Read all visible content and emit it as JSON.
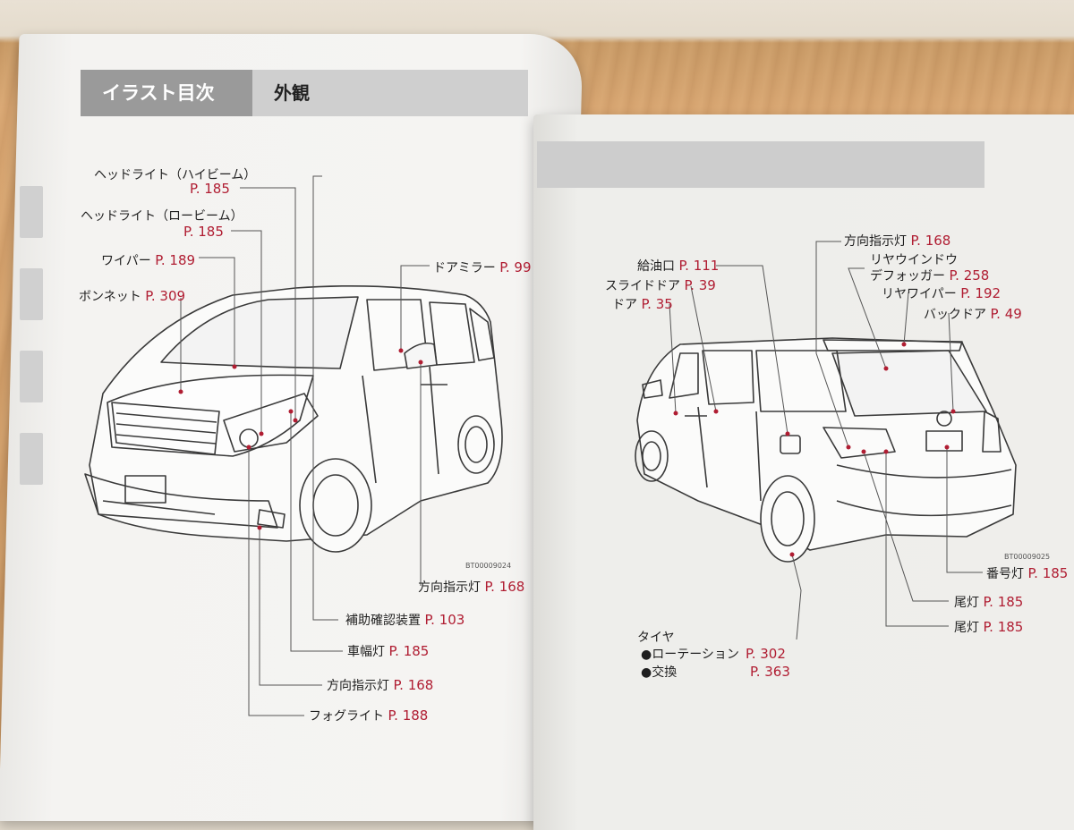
{
  "header": {
    "section": "イラスト目次",
    "title": "外観"
  },
  "left_page": {
    "labels": [
      {
        "id": "headlight-high",
        "name": "ヘッドライト（ハイビーム）",
        "page": "P. 185"
      },
      {
        "id": "headlight-low",
        "name": "ヘッドライト（ロービーム）",
        "page": "P. 185"
      },
      {
        "id": "wiper",
        "name": "ワイパー",
        "page": "P. 189"
      },
      {
        "id": "bonnet",
        "name": "ボンネット",
        "page": "P. 309"
      },
      {
        "id": "door-mirror",
        "name": "ドアミラー",
        "page": "P. 99"
      },
      {
        "id": "turn-signal-side",
        "name": "方向指示灯",
        "page": "P. 168"
      },
      {
        "id": "aux-mirror",
        "name": "補助確認装置",
        "page": "P. 103"
      },
      {
        "id": "clearance-lamp",
        "name": "車幅灯",
        "page": "P. 185"
      },
      {
        "id": "turn-signal-front",
        "name": "方向指示灯",
        "page": "P. 168"
      },
      {
        "id": "fog-light",
        "name": "フォグライト",
        "page": "P. 188"
      }
    ],
    "figure_code": "BT00009024"
  },
  "right_page": {
    "labels": [
      {
        "id": "fuel-port",
        "name": "給油口",
        "page": "P. 111"
      },
      {
        "id": "slide-door",
        "name": "スライドドア",
        "page": "P. 39"
      },
      {
        "id": "door",
        "name": "ドア",
        "page": "P. 35"
      },
      {
        "id": "turn-signal-rear",
        "name": "方向指示灯",
        "page": "P. 168"
      },
      {
        "id": "rear-window",
        "name": "リヤウインドウ",
        "name2": "デフォッガー",
        "page": "P. 258"
      },
      {
        "id": "rear-wiper",
        "name": "リヤワイパー",
        "page": "P. 192"
      },
      {
        "id": "back-door",
        "name": "バックドア",
        "page": "P. 49"
      },
      {
        "id": "license-lamp",
        "name": "番号灯",
        "page": "P. 185"
      },
      {
        "id": "tail-lamp-1",
        "name": "尾灯",
        "page": "P. 185"
      },
      {
        "id": "tail-lamp-2",
        "name": "尾灯",
        "page": "P. 185"
      }
    ],
    "tire": {
      "name": "タイヤ",
      "rotation": "●ローテーション",
      "rotation_page": "P. 302",
      "replace": "●交換",
      "replace_page": "P. 363"
    },
    "figure_code": "BT00009025"
  }
}
